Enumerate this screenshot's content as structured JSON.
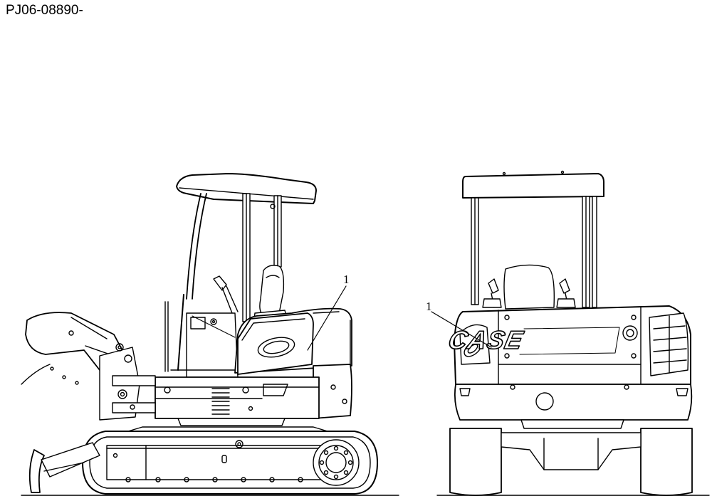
{
  "drawing_code": "PJ06-08890-",
  "callouts": {
    "side_view": "1",
    "rear_view": "1"
  },
  "brand_text": "CASE",
  "colors": {
    "line": "#000000",
    "background": "#ffffff"
  }
}
